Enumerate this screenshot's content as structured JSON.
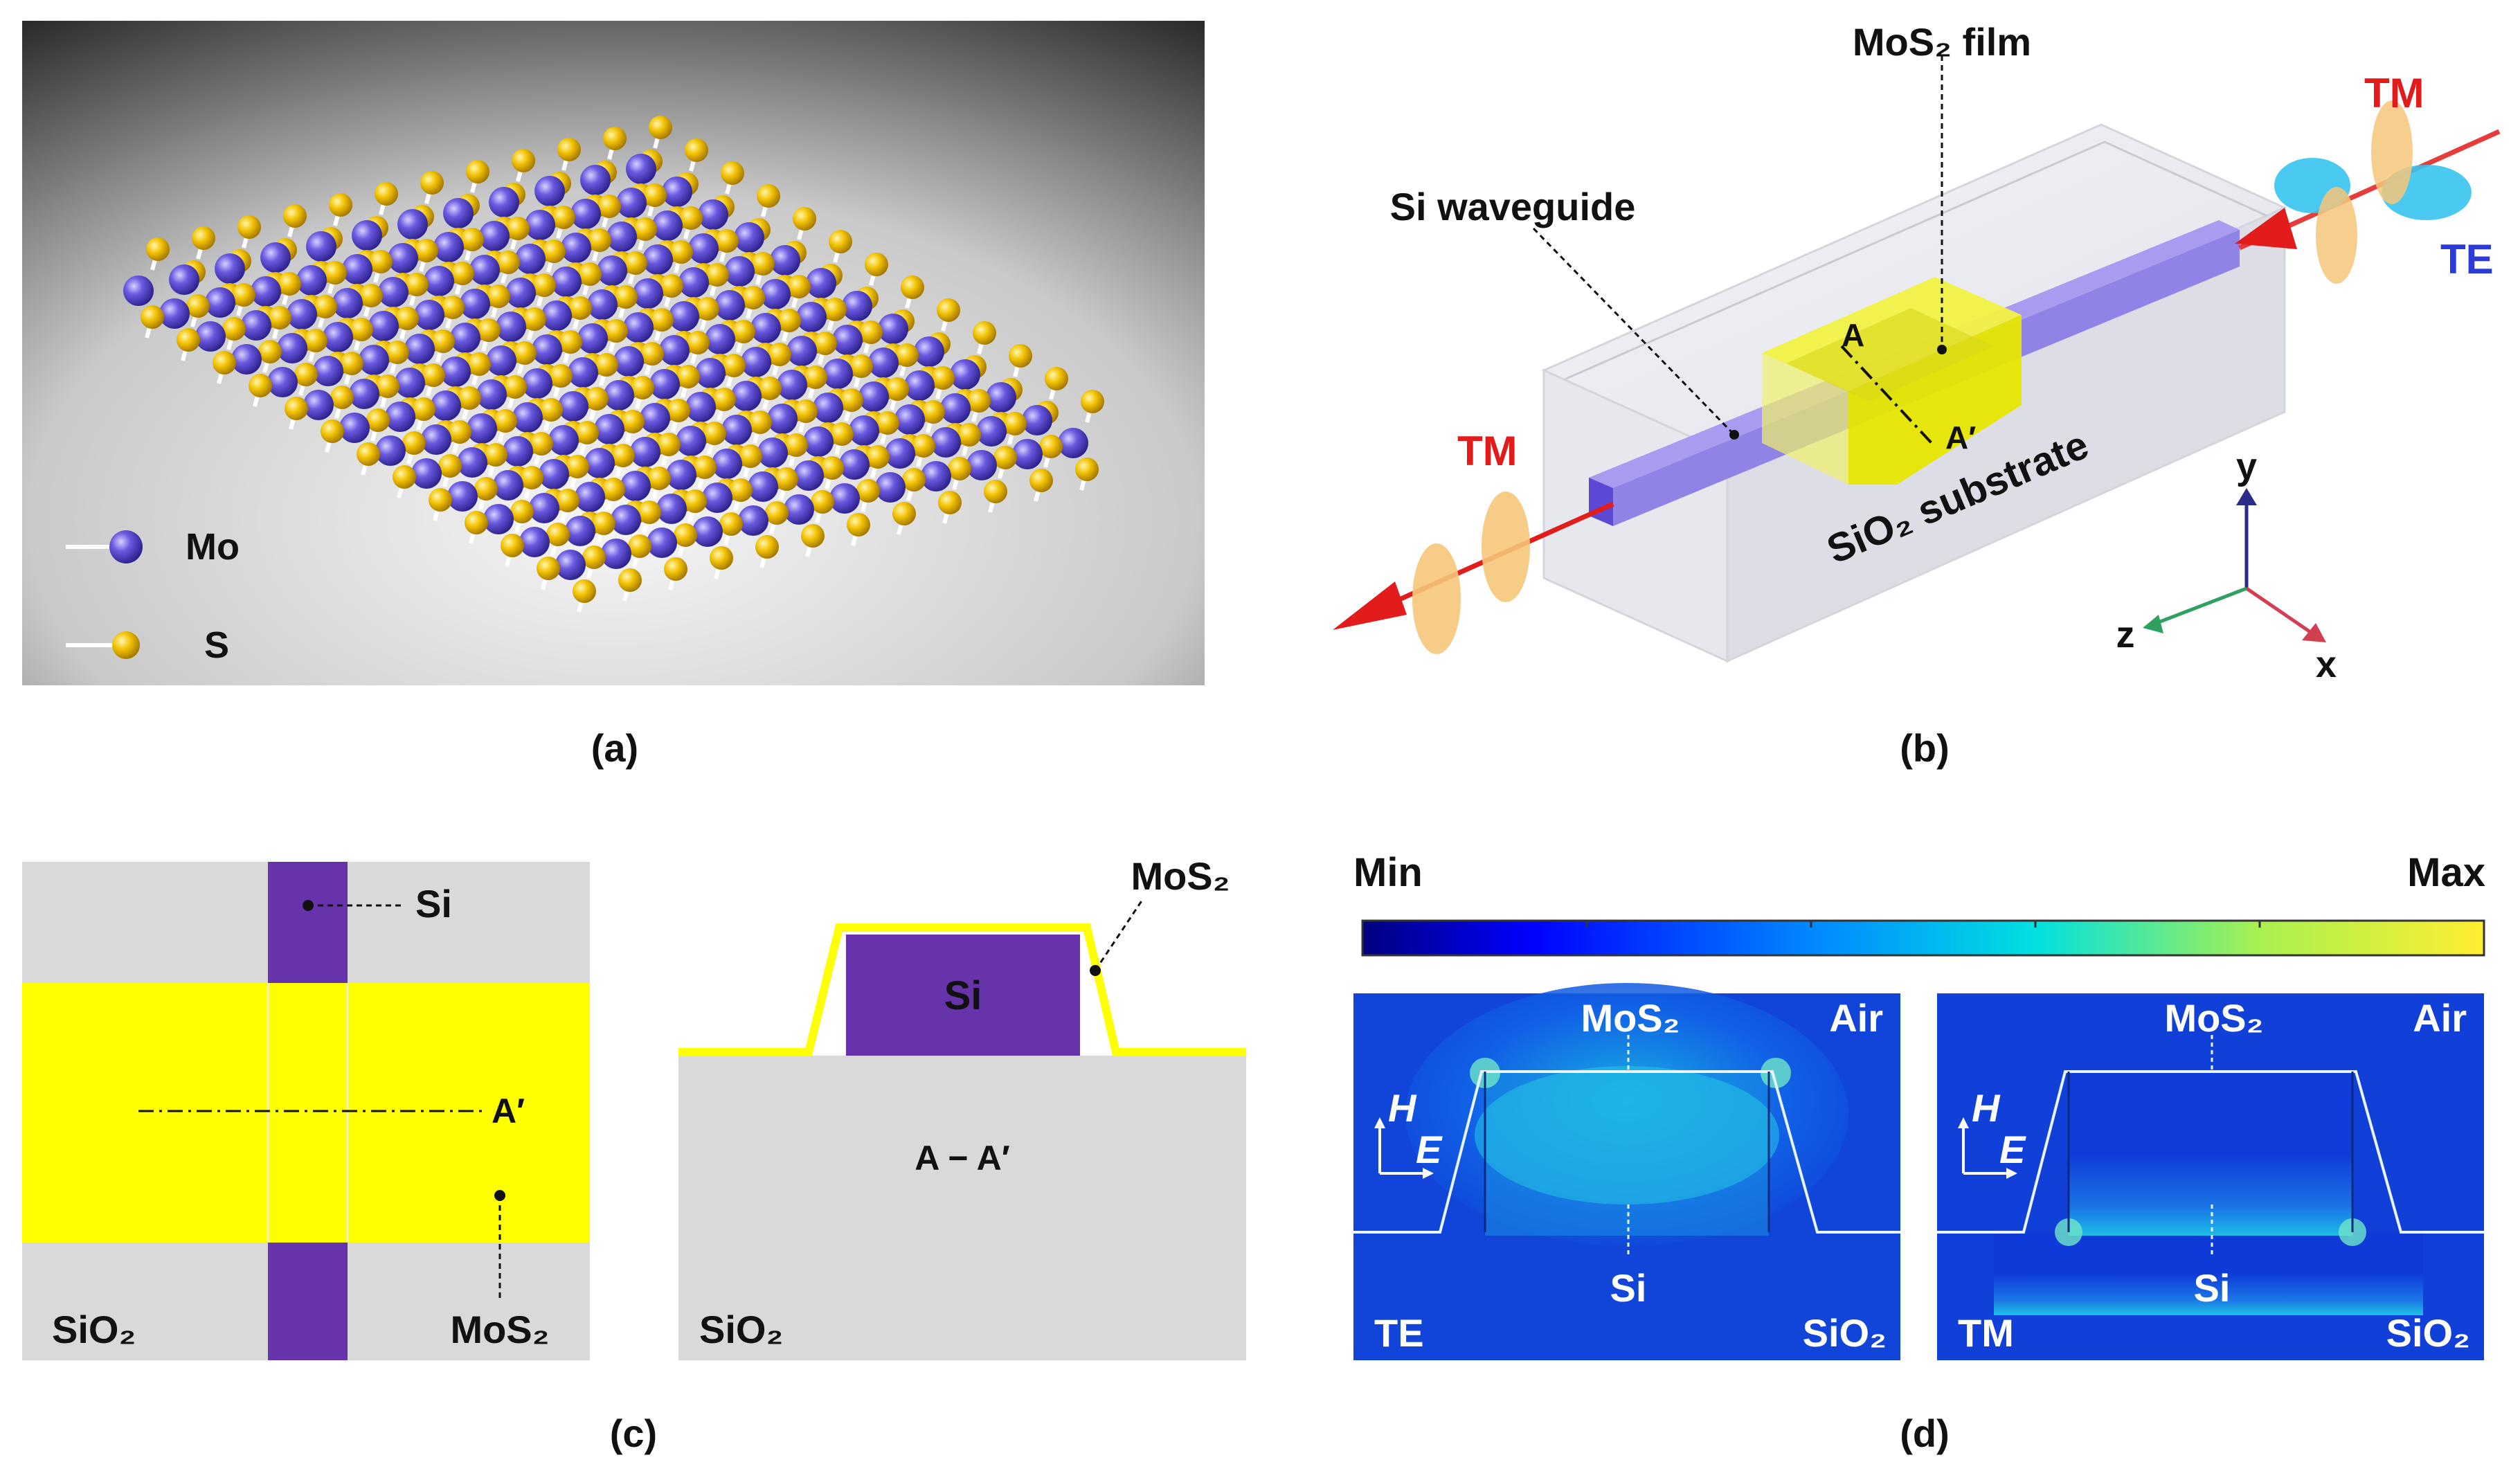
{
  "panels": {
    "a": {
      "caption": "(a)",
      "legend": [
        {
          "symbol": "Mo",
          "color": "#6a5ae0"
        },
        {
          "symbol": "S",
          "color": "#f2c200"
        }
      ]
    },
    "b": {
      "caption": "(b)",
      "labels": {
        "mos2_film": "MoS₂ film",
        "si_waveguide": "Si waveguide",
        "substrate": "SiO₂ substrate",
        "a_mark": "A",
        "a_prime_mark": "A′",
        "tm_out": "TM",
        "tm_in": "TM",
        "te_in": "TE",
        "axis_y": "y",
        "axis_z": "z",
        "axis_x": "x"
      },
      "colors": {
        "tm": "#e21b1b",
        "te": "#2b3bd8",
        "waveguide": "#8f83e6",
        "film": "#e6e600"
      }
    },
    "c": {
      "caption": "(c)",
      "top_view": {
        "si": "Si",
        "a_prime": "A′",
        "sio2": "SiO₂",
        "mos2": "MoS₂"
      },
      "cross_section": {
        "si": "Si",
        "mos2": "MoS₂",
        "section": "A − A′",
        "sio2": "SiO₂"
      }
    },
    "d": {
      "caption": "(d)",
      "colorbar": {
        "min": "Min",
        "max": "Max"
      },
      "te_panel": {
        "mos2": "MoS₂",
        "air": "Air",
        "si": "Si",
        "sio2": "SiO₂",
        "mode": "TE",
        "h": "H",
        "e": "E"
      },
      "tm_panel": {
        "mos2": "MoS₂",
        "air": "Air",
        "si": "Si",
        "sio2": "SiO₂",
        "mode": "TM",
        "h": "H",
        "e": "E"
      }
    }
  }
}
